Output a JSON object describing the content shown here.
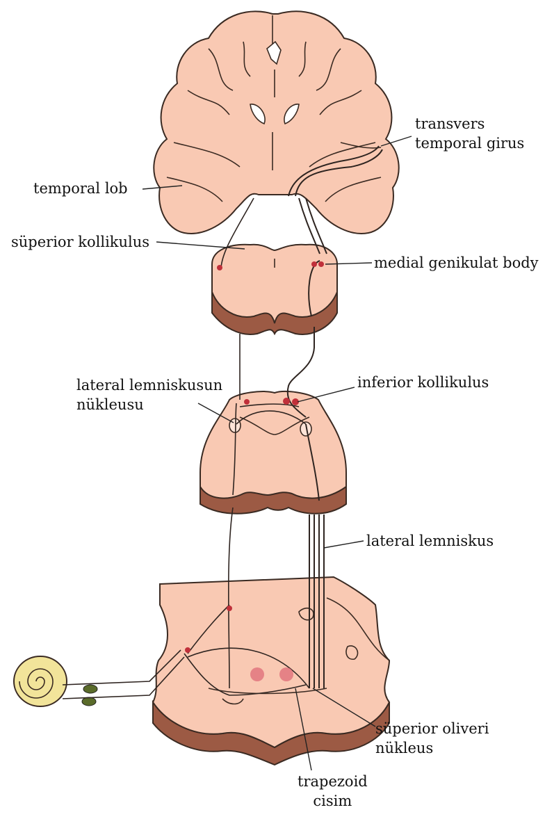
{
  "labels": {
    "transverse_temporal_gyrus": [
      "transvers",
      "temporal girus"
    ],
    "temporal_lobe": "temporal lob",
    "superior_colliculus": "süperior kollikulus",
    "medial_geniculate_body": "medial genikulat body",
    "lateral_lemniscus_nucleus": [
      "lateral lemniskusun",
      "nükleusu"
    ],
    "inferior_colliculus": "inferior kollikulus",
    "lateral_lemniscus": "lateral lemniskus",
    "superior_olivary_nucleus": [
      "süperior oliveri",
      "nükleus"
    ],
    "trapezoid_body": [
      "trapezoid",
      "cisim"
    ]
  },
  "colors": {
    "tissue": "#f9c9b3",
    "cut_surface": "#9c5a44",
    "nucleus": "#c0303a",
    "cochlea": "#f2e49a"
  }
}
